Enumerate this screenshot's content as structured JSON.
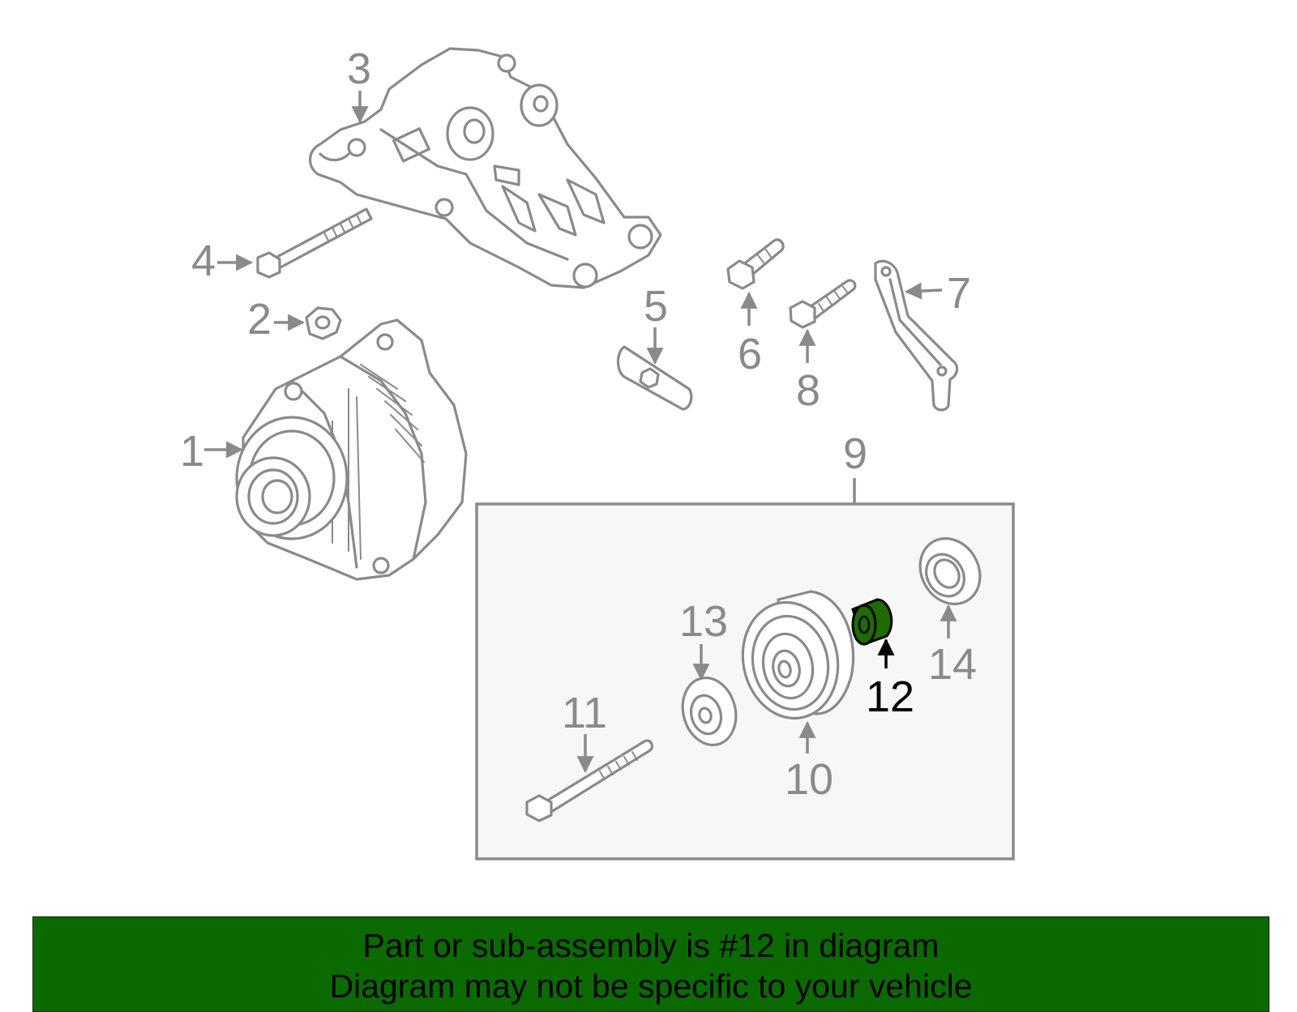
{
  "callouts": {
    "c1": "1",
    "c2": "2",
    "c3": "3",
    "c4": "4",
    "c5": "5",
    "c6": "6",
    "c7": "7",
    "c8": "8",
    "c9": "9",
    "c10": "10",
    "c11": "11",
    "c12": "12",
    "c13": "13",
    "c14": "14"
  },
  "banner": {
    "line1": "Part or sub-assembly is #12 in diagram",
    "line2": "Diagram may not be specific to your vehicle"
  },
  "colors": {
    "highlight_part": "#1f6b00",
    "banner_bg": "#0a6a00",
    "line_gray": "#8a8a8a"
  }
}
